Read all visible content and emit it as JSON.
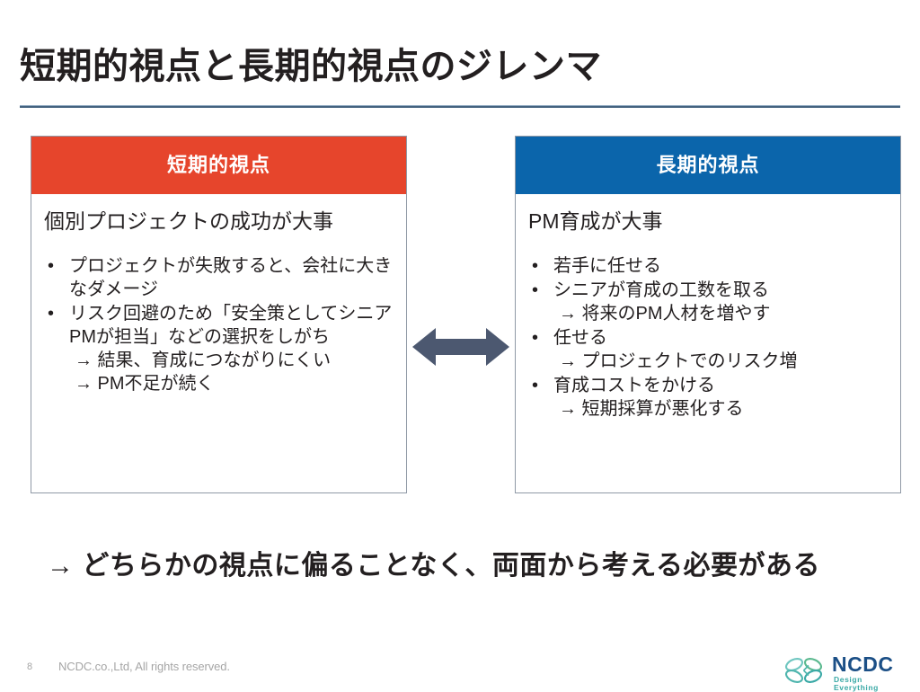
{
  "slide": {
    "title": "短期的視点と長期的視点のジレンマ",
    "rule_color": "#44637f"
  },
  "panels": {
    "short_term": {
      "header": "短期的視点",
      "header_color": "#e6452c",
      "lead": "個別プロジェクトの成功が大事",
      "bullets": [
        {
          "text": "プロジェクトが失敗すると、会社に大きなダメージ",
          "subs": []
        },
        {
          "text": "リスク回避のため「安全策としてシニアPMが担当」などの選択をしがち",
          "subs": [
            "→ 結果、育成につながりにくい",
            "→ PM不足が続く"
          ]
        }
      ]
    },
    "long_term": {
      "header": "長期的視点",
      "header_color": "#0b65ab",
      "lead": "PM育成が大事",
      "bullets": [
        {
          "text": "若手に任せる",
          "subs": []
        },
        {
          "text": "シニアが育成の工数を取る",
          "subs": [
            "→ 将来のPM人材を増やす"
          ]
        },
        {
          "text": "任せる",
          "subs": [
            "→ プロジェクトでのリスク増"
          ]
        },
        {
          "text": "育成コストをかける",
          "subs": [
            "→ 短期採算が悪化する"
          ]
        }
      ]
    }
  },
  "connector": {
    "icon": "double-headed-arrow",
    "color": "#4c5870"
  },
  "conclusion": "→ どちらかの視点に偏ることなく、両面から考える必要がある",
  "footer": {
    "page_number": "8",
    "copyright": "NCDC.co.,Ltd, All rights reserved.",
    "logo": {
      "wordmark": "NCDC",
      "tagline": "Design Everything",
      "wordmark_color": "#1b4f86",
      "tagline_color": "#3aa9a6"
    }
  }
}
